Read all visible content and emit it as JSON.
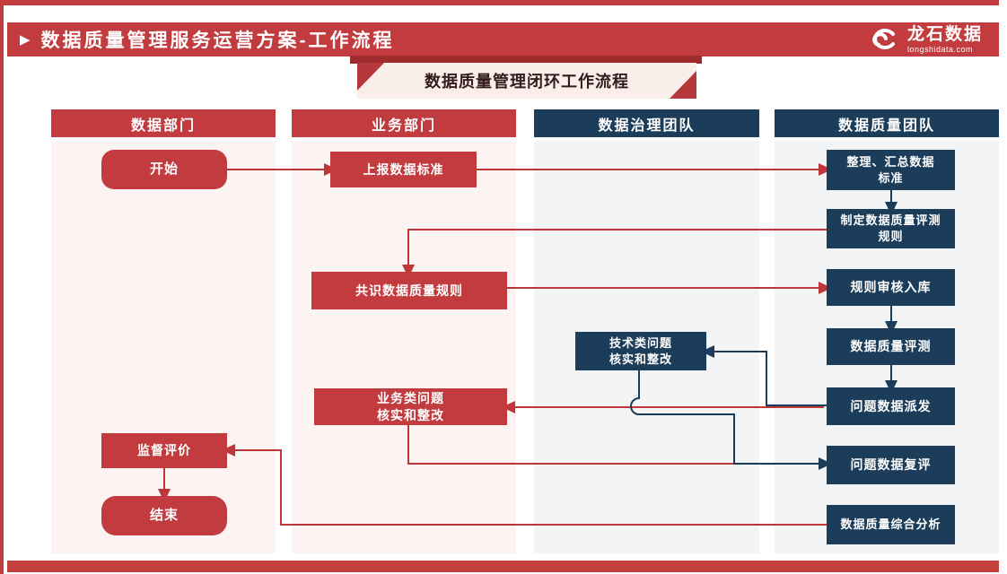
{
  "header": {
    "title": "数据质量管理服务运营方案-工作流程",
    "logo_name": "龙石数据",
    "logo_domain": "longshidata.com"
  },
  "banner": {
    "title": "数据质量管理闭环工作流程"
  },
  "lanes": {
    "data_dept": "数据部门",
    "business_dept": "业务部门",
    "governance_team": "数据治理团队",
    "quality_team": "数据质量团队"
  },
  "nodes": {
    "start": "开始",
    "report_standards": "上报数据标准",
    "organize_standards": "整理、汇总数据\n标准",
    "define_rules": "制定数据质量评测\n规则",
    "consensus_rules": "共识数据质量规则",
    "rule_audit": "规则审核入库",
    "quality_eval": "数据质量评测",
    "tech_fix": "技术类问题\n核实和整改",
    "issue_dispatch": "问题数据派发",
    "biz_fix": "业务类问题\n核实和整改",
    "issue_review": "问题数据复评",
    "comprehensive_analysis": "数据质量综合分析",
    "supervision": "监督评价",
    "end": "结束"
  },
  "colors": {
    "accent_red": "#c23b3e",
    "dark_red": "#a02b2e",
    "dark_blue": "#1c3d5a",
    "lane_pink": "#fbf4f3",
    "lane_gray": "#f3f4f6"
  }
}
